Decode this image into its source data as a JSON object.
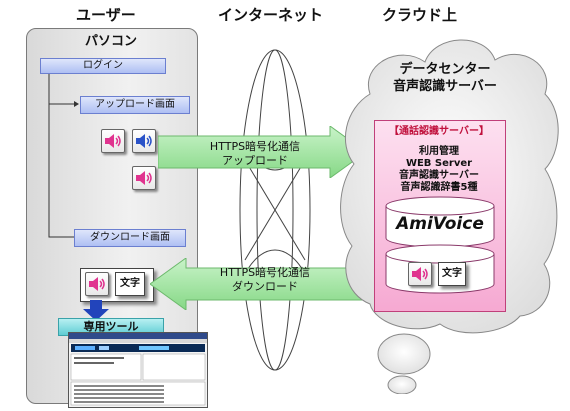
{
  "headers": {
    "user": "ユーザー",
    "internet": "インターネット",
    "cloud": "クラウド上"
  },
  "pc": {
    "title": "パソコン",
    "login": "ログイン",
    "upload_screen": "アップロード画面",
    "download_screen": "ダウンロード画面",
    "tool": "専用ツール",
    "moji": "文字"
  },
  "arrows": {
    "upload_line1": "HTTPS暗号化通信",
    "upload_line2": "アップロード",
    "download_line1": "HTTPS暗号化通信",
    "download_line2": "ダウンロード"
  },
  "cloud": {
    "title_line1": "データセンター",
    "title_line2": "音声認識サーバー",
    "server_heading": "【通話認識サーバー】",
    "server_items": [
      "利用管理",
      "WEB Server",
      "音声認識サーバー",
      "音声認識辞書5種"
    ],
    "product": "AmiVoice",
    "moji": "文字"
  },
  "colors": {
    "upload_arrow": "#9ee39e",
    "download_arrow": "#9ee39e",
    "server_box": "#f6a9d2",
    "speaker_pink": "#e0338f",
    "speaker_blue": "#2a52c8"
  },
  "icons": [
    "speaker-icon",
    "document-icon",
    "down-arrow-icon",
    "screenshot-thumbnail"
  ]
}
